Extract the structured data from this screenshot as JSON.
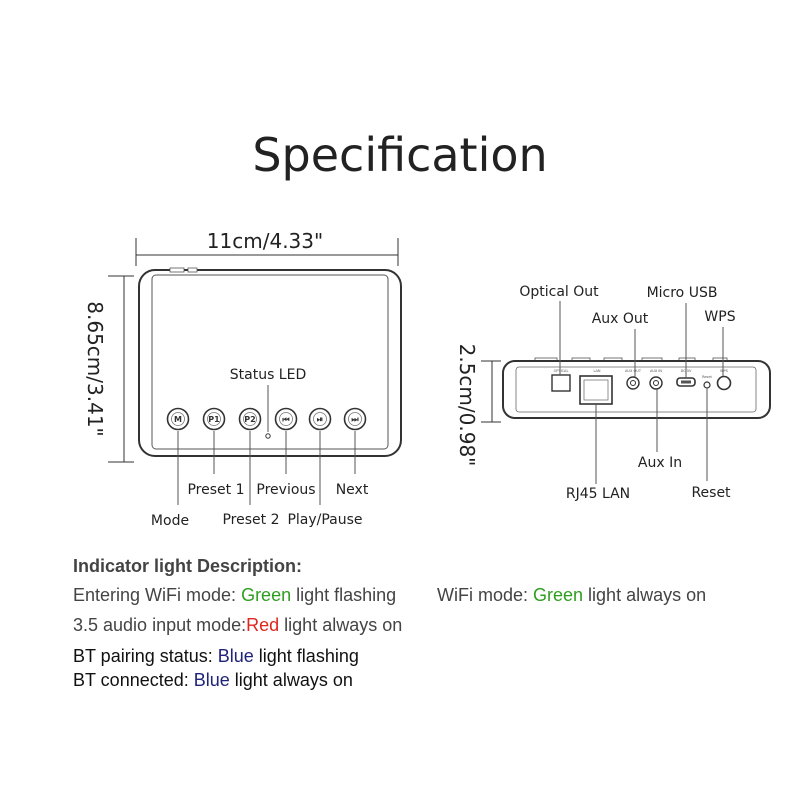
{
  "title": "Specification",
  "front_view": {
    "width_label": "11cm/4.33\"",
    "height_label": "8.65cm/3.41\"",
    "status_led_label": "Status LED",
    "button_glyphs": [
      "M",
      "P1",
      "P2",
      "⏮",
      "⏯",
      "⏭"
    ],
    "labels": {
      "mode": "Mode",
      "preset1": "Preset 1",
      "preset2": "Preset 2",
      "previous": "Previous",
      "play_pause": "Play/Pause",
      "next": "Next"
    }
  },
  "side_view": {
    "height_label": "2.5cm/0.98\"",
    "labels": {
      "optical_out": "Optical Out",
      "aux_out": "Aux Out",
      "micro_usb": "Micro USB",
      "wps": "WPS",
      "aux_in": "Aux In",
      "rj45_lan": "RJ45 LAN",
      "reset": "Reset"
    },
    "port_prints": [
      "OPTICAL",
      "LAN",
      "AUX OUT",
      "AUX IN",
      "DC 5V",
      "Reset",
      "WPS"
    ]
  },
  "indicator": {
    "heading": "Indicator light Description:",
    "row1": {
      "prefix": "Entering WiFi mode: ",
      "color_word": "Green",
      "suffix": " light flashing"
    },
    "row1b": {
      "prefix": "WiFi mode: ",
      "color_word": "Green",
      "suffix": " light always on"
    },
    "row2": {
      "prefix": "3.5 audio input mode:",
      "color_word": "Red",
      "suffix": " light always on"
    },
    "row3": {
      "prefix": "BT pairing status: ",
      "color_word": "Blue",
      "suffix": " light flashing"
    },
    "row4": {
      "prefix": "BT connected: ",
      "color_word": "Blue",
      "suffix": " light always on"
    }
  },
  "colors": {
    "green": "#2e9e1f",
    "red": "#e0251f",
    "blue": "#1f237a"
  }
}
